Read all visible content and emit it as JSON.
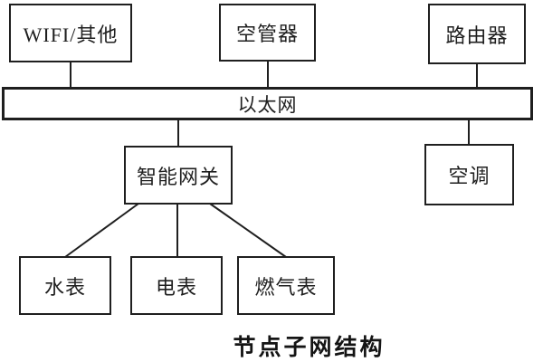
{
  "diagram": {
    "caption": "节点子网结构",
    "nodes": {
      "wifi": "WIFI/其他",
      "air_controller": "空管器",
      "router": "路由器",
      "ethernet_bus": "以太网",
      "smart_gateway": "智能网关",
      "air_conditioner": "空调",
      "water_meter": "水表",
      "electric_meter": "电表",
      "gas_meter": "燃气表"
    },
    "colors": {
      "line": "#1f1f1f",
      "background": "#ffffff"
    }
  }
}
